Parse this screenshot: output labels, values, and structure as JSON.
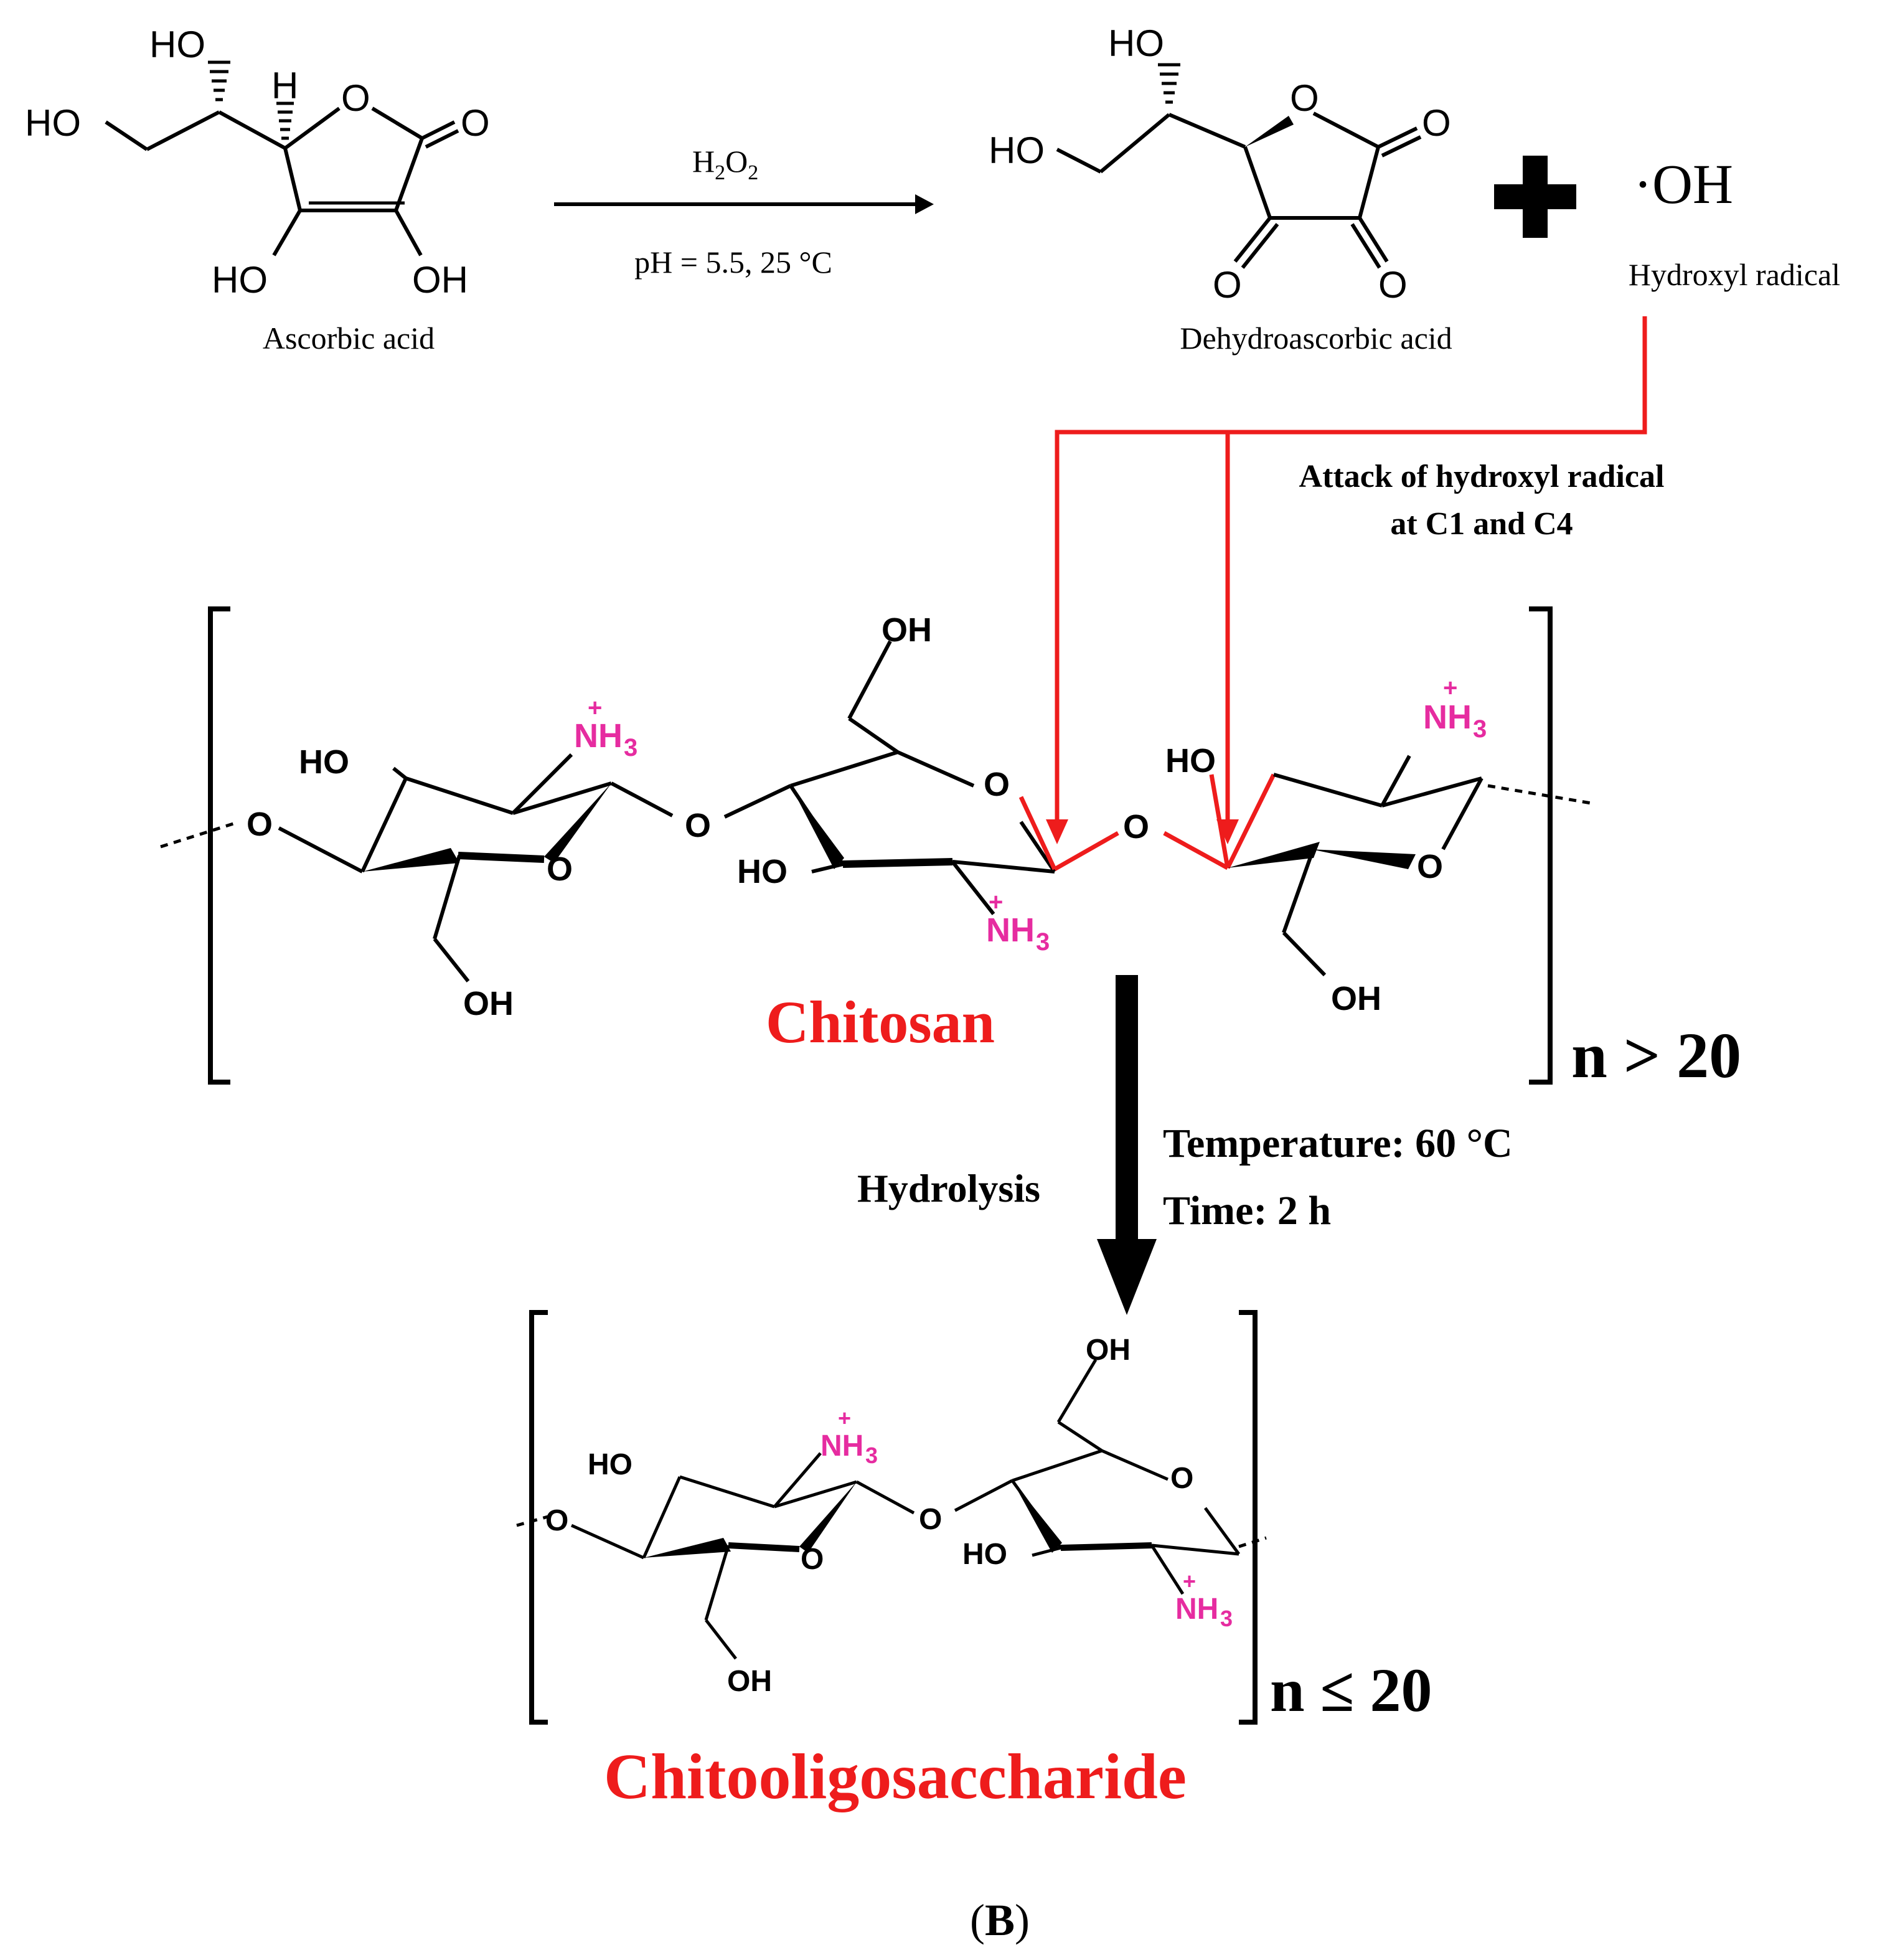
{
  "reaction": {
    "reagent": "H",
    "reagent_sub1": "2",
    "reagent_mid": "O",
    "reagent_sub2": "2",
    "conditions": "pH = 5.5, 25 °C",
    "reactant_name": "Ascorbic acid",
    "product_name": "Dehydroascorbic acid",
    "radical_symbol": "·OH",
    "radical_name": "Hydroxyl radical"
  },
  "attack": {
    "line1": "Attack of hydroxyl radical",
    "line2": "at C1 and C4"
  },
  "chitosan": {
    "name": "Chitosan",
    "repeat": "n > 20"
  },
  "hydrolysis": {
    "label": "Hydrolysis",
    "temperature": "Temperature: 60 °C",
    "time": "Time: 2 h"
  },
  "cos": {
    "name": "Chitooligosaccharide",
    "repeat": "n ≤ 20"
  },
  "panel_label": {
    "open": "(",
    "letter": "B",
    "close": ")"
  },
  "atoms": {
    "ho": "HO",
    "oh": "OH",
    "o": "O",
    "h": "H",
    "nh": "NH",
    "sub3": "3",
    "plus": "+"
  },
  "colors": {
    "red": "#ee1c1c",
    "magenta": "#e62ca0",
    "black": "#000000"
  }
}
